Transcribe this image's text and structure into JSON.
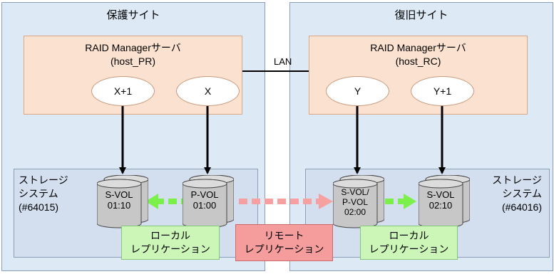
{
  "sites": {
    "primary": {
      "title": "保護サイト",
      "server_name": "RAID Managerサーバ\n(host_PR)",
      "ports": [
        "X+1",
        "X"
      ],
      "storage_label": "ストレージ\nシステム\n(#64015)",
      "volumes": [
        "S-VOL\n01:10",
        "P-VOL\n01:00"
      ]
    },
    "secondary": {
      "title": "復旧サイト",
      "server_name": "RAID Managerサーバ\n(host_RC)",
      "ports": [
        "Y",
        "Y+1"
      ],
      "storage_label": "ストレージ\nシステム\n(#64016)",
      "volumes": [
        "S-VOL/\nP-VOL\n02:00",
        "S-VOL\n02:10"
      ]
    }
  },
  "network": {
    "label": "LAN"
  },
  "replication": {
    "local_left": "ローカル\nレプリケーション",
    "remote": "リモート\nレプリケーション",
    "local_right": "ローカル\nレプリケーション"
  },
  "colors": {
    "site_bg": "#dde9f5",
    "server_bg": "#fbe1cf",
    "storage_bg": "#d3dfef",
    "volume_fill": "#c7c7c7",
    "local_arrow": "#7cf04a",
    "remote_arrow": "#f7a0a0"
  }
}
